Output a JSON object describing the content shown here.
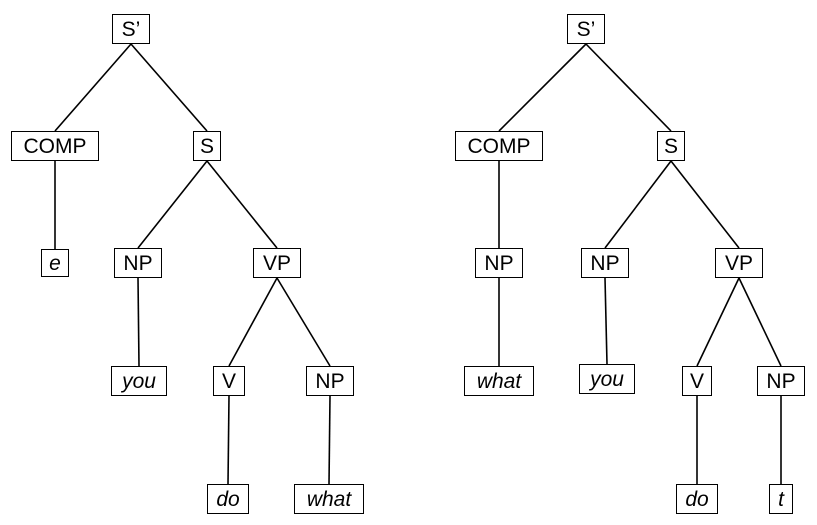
{
  "trees": [
    {
      "nodes": [
        {
          "id": "l-sbar",
          "label": "S’"
        },
        {
          "id": "l-comp",
          "label": "COMP"
        },
        {
          "id": "l-s",
          "label": "S"
        },
        {
          "id": "l-e",
          "label": "e",
          "word": true
        },
        {
          "id": "l-np-subj",
          "label": "NP"
        },
        {
          "id": "l-vp",
          "label": "VP"
        },
        {
          "id": "l-you",
          "label": "you",
          "word": true
        },
        {
          "id": "l-v",
          "label": "V"
        },
        {
          "id": "l-np-obj",
          "label": "NP"
        },
        {
          "id": "l-do",
          "label": "do",
          "word": true
        },
        {
          "id": "l-what",
          "label": "what",
          "word": true
        }
      ],
      "edges": [
        [
          "l-sbar",
          "l-comp"
        ],
        [
          "l-sbar",
          "l-s"
        ],
        [
          "l-comp",
          "l-e"
        ],
        [
          "l-s",
          "l-np-subj"
        ],
        [
          "l-s",
          "l-vp"
        ],
        [
          "l-np-subj",
          "l-you"
        ],
        [
          "l-vp",
          "l-v"
        ],
        [
          "l-vp",
          "l-np-obj"
        ],
        [
          "l-v",
          "l-do"
        ],
        [
          "l-np-obj",
          "l-what"
        ]
      ]
    },
    {
      "nodes": [
        {
          "id": "r-sbar",
          "label": "S’"
        },
        {
          "id": "r-comp",
          "label": "COMP"
        },
        {
          "id": "r-s",
          "label": "S"
        },
        {
          "id": "r-np-comp",
          "label": "NP"
        },
        {
          "id": "r-np-subj",
          "label": "NP"
        },
        {
          "id": "r-vp",
          "label": "VP"
        },
        {
          "id": "r-what",
          "label": "what",
          "word": true
        },
        {
          "id": "r-you",
          "label": "you",
          "word": true
        },
        {
          "id": "r-v",
          "label": "V"
        },
        {
          "id": "r-np-obj",
          "label": "NP"
        },
        {
          "id": "r-do",
          "label": "do",
          "word": true
        },
        {
          "id": "r-t",
          "label": "t",
          "word": true
        }
      ],
      "edges": [
        [
          "r-sbar",
          "r-comp"
        ],
        [
          "r-sbar",
          "r-s"
        ],
        [
          "r-comp",
          "r-np-comp"
        ],
        [
          "r-np-comp",
          "r-what"
        ],
        [
          "r-s",
          "r-np-subj"
        ],
        [
          "r-s",
          "r-vp"
        ],
        [
          "r-np-subj",
          "r-you"
        ],
        [
          "r-vp",
          "r-v"
        ],
        [
          "r-vp",
          "r-np-obj"
        ],
        [
          "r-v",
          "r-do"
        ],
        [
          "r-np-obj",
          "r-t"
        ]
      ]
    }
  ]
}
